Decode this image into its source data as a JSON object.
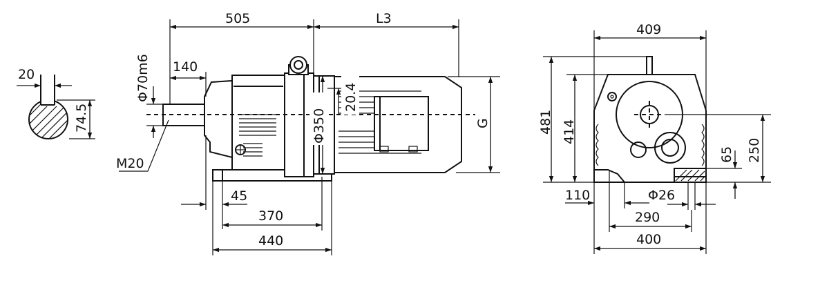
{
  "diagram": {
    "shaft_section": {
      "key_width": "20",
      "key_height": "74.5"
    },
    "side_view": {
      "shaft_diameter": "Φ70m6",
      "shaft_length": "140",
      "gearbox_length": "505",
      "motor_length": "L3",
      "thread": "M20",
      "flange_diameter": "Φ350",
      "offset": "20.4",
      "motor_height": "G",
      "foot_offset": "45",
      "foot_hole_spacing": "370",
      "foot_length": "440"
    },
    "end_view": {
      "width": "409",
      "overall_height": "481",
      "body_height": "414",
      "shaft_height": "250",
      "foot_thickness": "65",
      "foot_edge": "110",
      "hole_diameter": "Φ26",
      "hole_spacing": "290",
      "foot_width": "400"
    }
  }
}
